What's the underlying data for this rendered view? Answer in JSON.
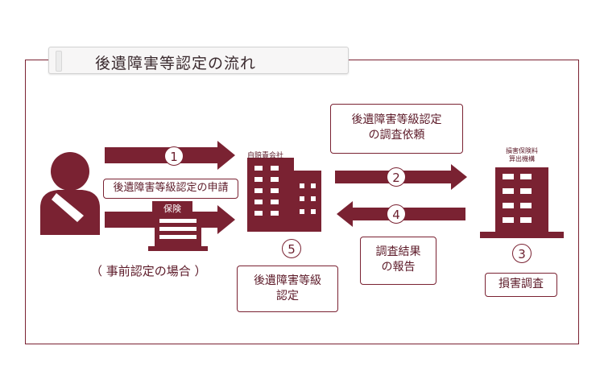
{
  "title": "後遺障害等認定の流れ",
  "colors": {
    "maroon": "#7a2232",
    "title_bg": "#f7f6f6"
  },
  "steps": {
    "step1": {
      "num": "1",
      "label": "後遺障害等級認定の申請"
    },
    "insurance_badge": "保険",
    "prior_case": "（ 事前認定の場合 ）",
    "insurer": {
      "sign": "自賠責会社",
      "num": "5",
      "label_line1": "後遺障害等級",
      "label_line2": "認定"
    },
    "step2": {
      "num": "2",
      "label_line1": "後遺障害等級認定",
      "label_line2": "の調査依頼"
    },
    "step4": {
      "num": "4",
      "label_line1": "調査結果",
      "label_line2": "の報告"
    },
    "agency": {
      "sign_line1": "損害保険料",
      "sign_line2": "算出機構",
      "num": "3",
      "label": "損害調査"
    }
  }
}
